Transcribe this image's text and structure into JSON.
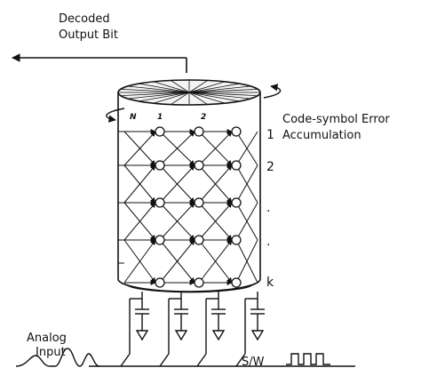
{
  "labels": {
    "decoded_line1": "Decoded",
    "decoded_line2": "Output Bit",
    "error_line1": "Code-symbol Error",
    "error_line2": "Accumulation",
    "analog_line1": "Analog",
    "analog_line2": "Input",
    "switch_label": "S/W"
  },
  "column_labels": [
    "N",
    "1",
    "2"
  ],
  "row_labels": [
    "1",
    "2",
    ".",
    ".",
    "k"
  ]
}
